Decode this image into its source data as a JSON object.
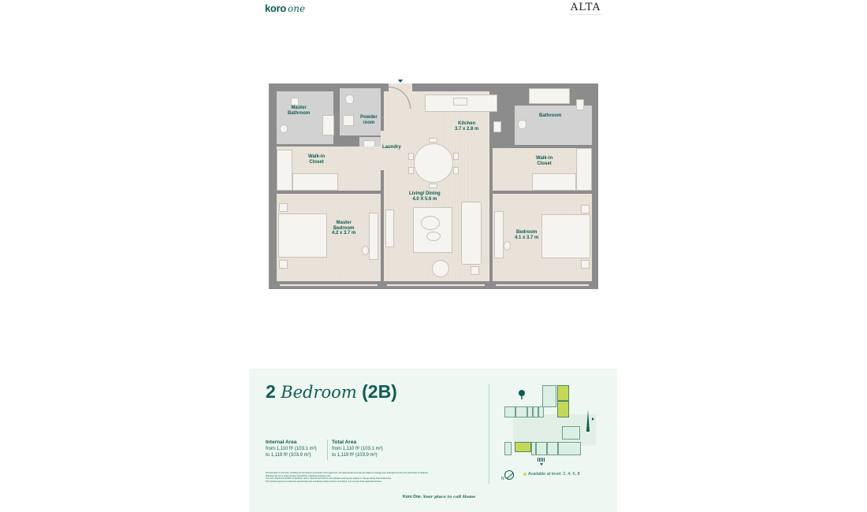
{
  "header": {
    "brand_left_bold": "koro",
    "brand_left_italic": "one",
    "brand_right": "ALTA"
  },
  "floorplan": {
    "entry_icon": "entry-arrow-icon",
    "rooms": {
      "master_bathroom": "Master\nBathroom",
      "powder_room": "Powder\nroom",
      "laundry": "Laundry",
      "kitchen": {
        "name": "Kitchen",
        "size": "3.7 x 2.8 m"
      },
      "bathroom": "Bathroom",
      "walkin_left": "Walk-in\nCloset",
      "walkin_right": "Walk-in\nCloset",
      "living_dining": {
        "name": "Living/ Dining",
        "size": "4.0 X 5.6 m"
      },
      "master_bedroom": {
        "name": "Master\nBedroom",
        "size": "4.2 x 3.7 m"
      },
      "bedroom": {
        "name": "Bedroom",
        "size": "4.1 x 3.7 m"
      }
    },
    "colors": {
      "wall": "#8c8c8c",
      "floor": "#e8e1d7",
      "wet": "#d2d2d2",
      "label": "#0f5c52"
    }
  },
  "panel": {
    "title_number": "2",
    "title_word": "Bedroom",
    "title_code": "(2B)",
    "internal_area": {
      "heading": "Internal Area",
      "from": "from 1,110 ft² (103.1 m²)",
      "to": "to 1,119 ft² (103.9 m²)"
    },
    "total_area": {
      "heading": "Total Area",
      "from": "from 1,110 ft² (103.1 m²)",
      "to": "to 1,119 ft² (103.9 m²)"
    },
    "disclaimer": [
      "All information in this plan, including the dimensions and areas of the apartment, are approximate and may be subject to change once final approval from the authorities is obtained.",
      "Drawings are not to scale and are intended for marketing purposes only.",
      "The size, shape and position of windows, doors, columns and fixtures are indicative and may be subject to change during final construction.",
      "The furniture layout is to show the approximate size and likely position of items of furniture. It is not part of the apartment fixtures."
    ],
    "tagline_brand": "Koro One.",
    "tagline_text": "Your place to call Home",
    "legend": "Available at level: 2, 4, 6, 8",
    "compass_label": "N",
    "colors": {
      "background": "#eef7f1",
      "accent": "#0f5c52",
      "highlight": "#c6d85a"
    }
  }
}
